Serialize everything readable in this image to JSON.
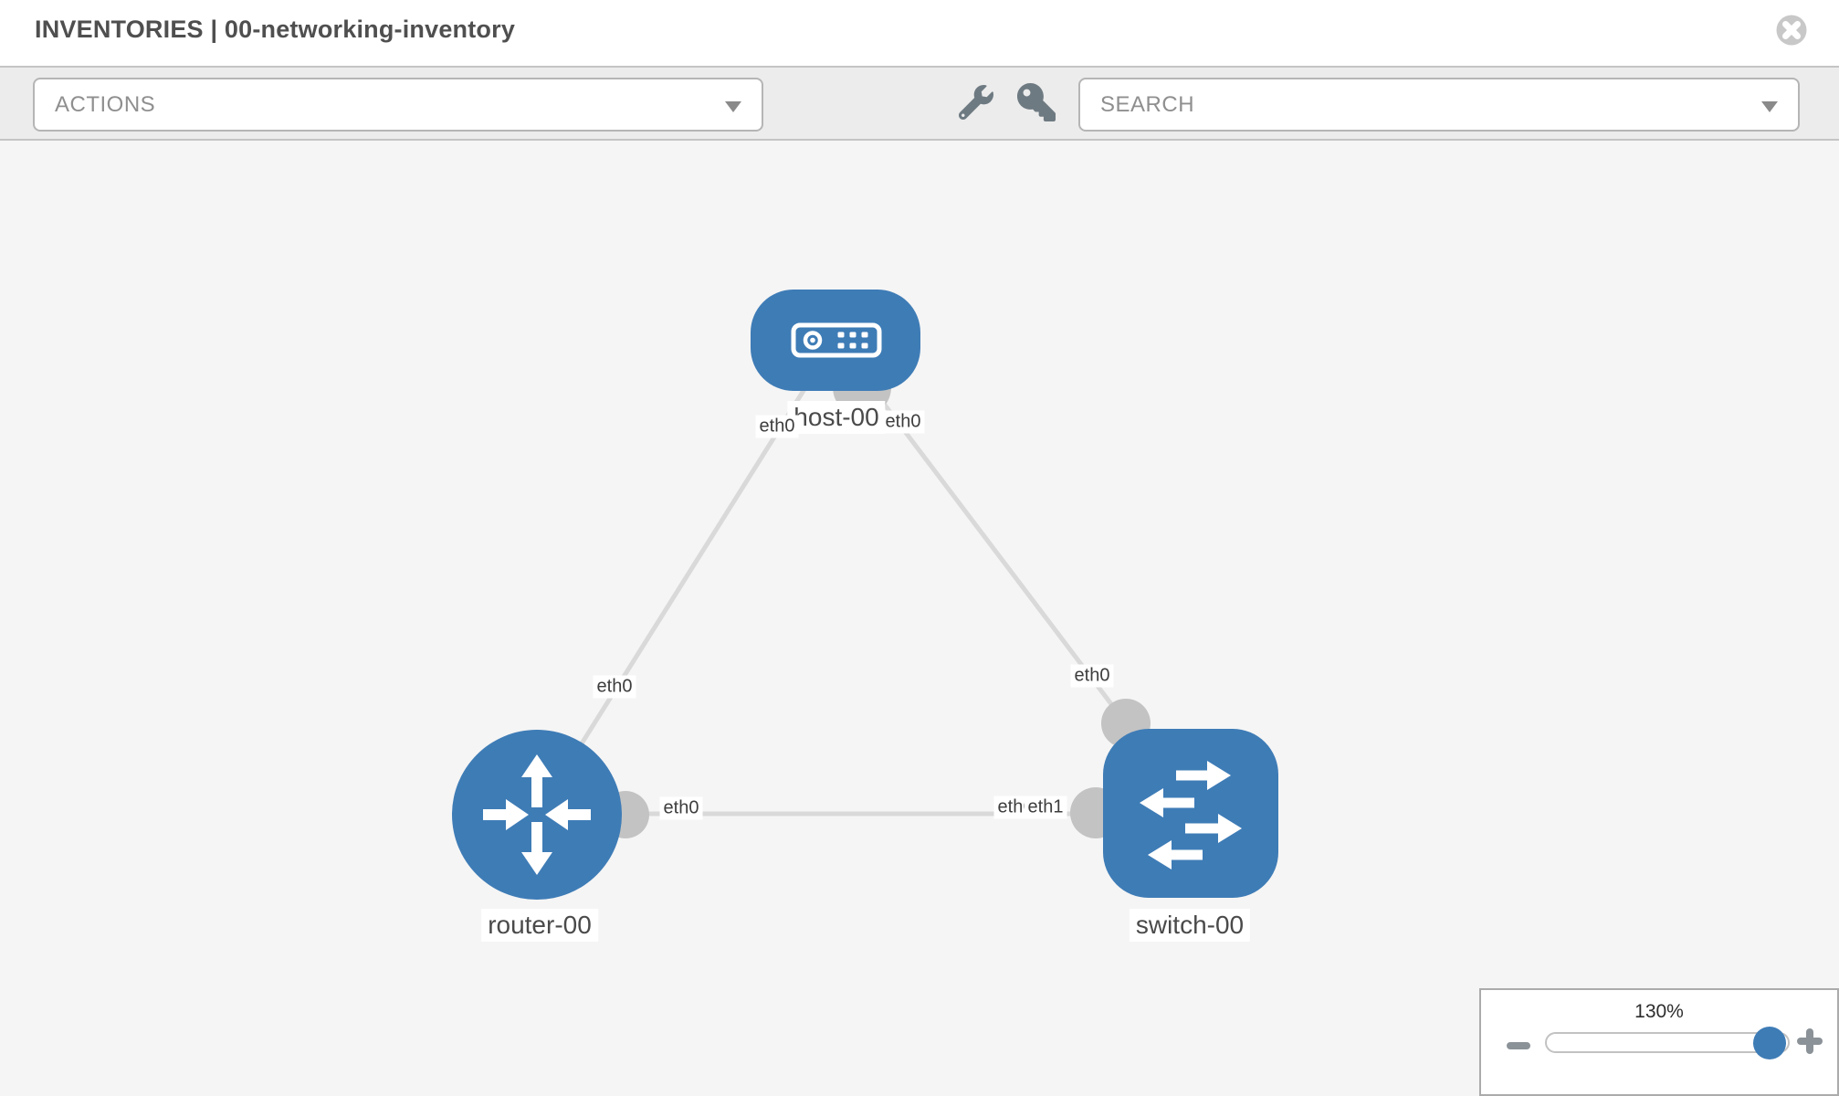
{
  "header": {
    "title": "INVENTORIES | 00-networking-inventory",
    "close_icon": "x-circle"
  },
  "toolbar": {
    "actions": {
      "label": "ACTIONS"
    },
    "search": {
      "label": "SEARCH"
    },
    "wrench_icon": "wrench",
    "key_icon": "key"
  },
  "topology": {
    "nodes": [
      {
        "label": "host-00",
        "type": "host",
        "icon": "server-icon"
      },
      {
        "label": "router-00",
        "type": "router",
        "icon": "router-arrows-icon"
      },
      {
        "label": "switch-00",
        "type": "switch",
        "icon": "switch-arrows-icon"
      }
    ],
    "links": [
      {
        "from": "host-00",
        "to": "router-00",
        "from_if": "eth0",
        "to_if": "eth0"
      },
      {
        "from": "host-00",
        "to": "switch-00",
        "from_if": "eth0",
        "to_if": "eth0"
      },
      {
        "from": "router-00",
        "to": "switch-00",
        "from_if": "eth0",
        "to_if": "eth1"
      }
    ],
    "iface_labels": {
      "host_to_router": "eth0",
      "host_to_switch": "eth0",
      "router_from_host": "eth0",
      "switch_from_host": "eth0",
      "router_to_switch": "eth0",
      "switch_overlap_back": "eth0",
      "switch_overlap_front": "eth1"
    }
  },
  "zoom_control": {
    "level": "130%",
    "minus_icon": "minus",
    "plus_icon": "plus"
  },
  "colors": {
    "node_blue": "#3e7cb6",
    "link_gray": "#d9d9d9",
    "port_gray": "#c3c3c3",
    "toolbar_gray": "#ececec",
    "canvas_gray": "#f5f5f5"
  }
}
